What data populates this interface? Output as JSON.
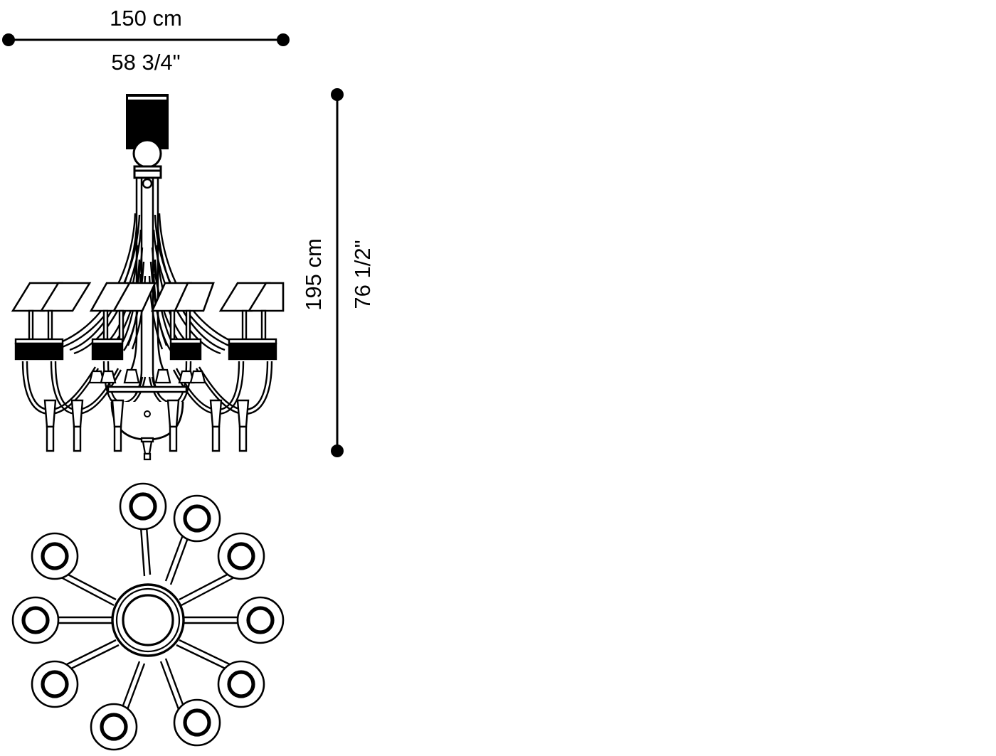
{
  "drawing": {
    "kind": "product-dimension-drawing",
    "subject": "chandelier",
    "views": [
      {
        "name": "front-elevation",
        "label": ""
      },
      {
        "name": "top-plan",
        "label": ""
      }
    ],
    "stroke_color": "#000000",
    "fill_color": "#000000",
    "background_color": "#ffffff"
  },
  "dimensions": {
    "width": {
      "metric": "150 cm",
      "imperial": "58 3/4\"",
      "orientation": "horizontal",
      "axis": "width"
    },
    "height": {
      "metric": "195 cm",
      "imperial": "76 1/2\"",
      "orientation": "vertical",
      "axis": "height"
    }
  },
  "elevation": {
    "canopy": {
      "shape": "rectangle",
      "filled": true
    },
    "sphere": {
      "shape": "circle",
      "filled": false
    },
    "collar": {
      "shape": "rectangle",
      "filled": false
    },
    "arm_count": 10,
    "visible_shades": 8,
    "shade_shape": "trapezoid",
    "bobeche": {
      "shape": "rectangle",
      "filled": true
    },
    "drops": 10,
    "bowl": {
      "shape": "half-ellipse",
      "filled": false
    },
    "finial": {
      "shape": "tapered",
      "filled": false
    }
  },
  "plan": {
    "arm_count": 10,
    "hub_rings": 3,
    "lamp_rings": 2,
    "start_angle_deg": -90
  }
}
